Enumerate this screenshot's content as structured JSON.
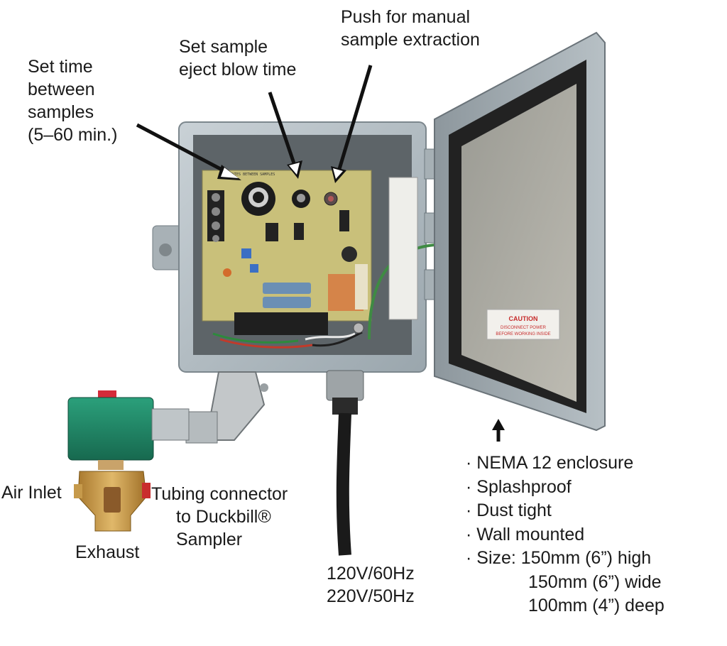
{
  "annotations": {
    "time_between": [
      "Set time",
      "between",
      "samples",
      "(5–60 min.)"
    ],
    "eject_blow": [
      "Set sample",
      "eject blow time"
    ],
    "manual_push": [
      "Push for manual",
      "sample extraction"
    ],
    "air_inlet": "Air Inlet",
    "tubing": [
      "Tubing connector",
      "to Duckbill®",
      "Sampler"
    ],
    "exhaust": "Exhaust",
    "power": [
      "120V/60Hz",
      "220V/50Hz"
    ]
  },
  "features": {
    "items": [
      "· NEMA 12 enclosure",
      "· Splashproof",
      "· Dust tight",
      "· Wall mounted",
      "· Size: 150mm (6”) high"
    ],
    "size_extra": [
      "150mm (6”) wide",
      "100mm (4”) deep"
    ]
  },
  "board_text": {
    "dial_label": "MINUTES BETWEEN SAMPLES",
    "caution_title": "CAUTION",
    "caution_lines": [
      "DISCONNECT POWER",
      "BEFORE WORKING INSIDE"
    ]
  },
  "colors": {
    "enclosure": "#b9c3c9",
    "pcb": "#c9c07a",
    "solenoid": "#1f8c6a",
    "brass": "#c99a45",
    "arrow": "#111111"
  }
}
